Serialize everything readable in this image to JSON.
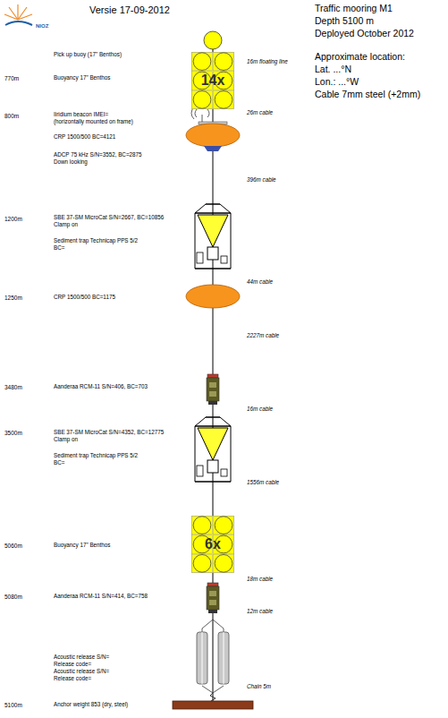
{
  "diagram": {
    "title": "Versie 17-09-2012",
    "nodes": [
      {
        "text": [
          "14x"
        ]
      },
      {
        "text": [
          "6x"
        ]
      }
    ],
    "labels": [
      "NIOZ",
      "Traffic mooring M1",
      "Depth 5100 m",
      "Deployed October 2012",
      "Approximate location:",
      "Lat. ...°N",
      "Lon.: ...°W",
      "Cable 7mm steel (+2mm)",
      "Pick up buoy (17\" Benthos)",
      "16m floating line",
      "770m",
      "Buoyancy 17\" Benthos",
      "26m cable",
      "800m",
      "Iiridium beacon IMEI=",
      "(horizontally mounted on frame)",
      "CRP 1500/500 BC=4121",
      "ADCP 75 kHz S/N=3552, BC=2875",
      "Down looking",
      "396m cable",
      "1200m",
      "SBE 37-SM MicroCat S/N=2667, BC=10856",
      "Clamp on",
      "Sediment trap Technicap PPS 5/2",
      "BC=",
      "44m cable",
      "1250m",
      "CRP 1500/500 BC=1175",
      "2227m cable",
      "3480m",
      "Aanderaa RCM-11 S/N=406, BC=703",
      "16m cable",
      "3500m",
      "SBE 37-SM MicroCat S/N=4352, BC=12775",
      "Clamp on",
      "Sediment trap Technicap PPS 5/2",
      "BC=",
      "1556m cable",
      "5060m",
      "Buoyancy 17\" Benthos",
      "18m cable",
      "5080m",
      "Aanderaa RCM-11 S/N=414, BC=758",
      "12m cable",
      "Acoustic release S/N=",
      "Release code=",
      "Acoustic release S/N=",
      "Release code=",
      "Chain 5m",
      "5100m",
      "Anchor weight 853 (dry, steel)"
    ]
  }
}
